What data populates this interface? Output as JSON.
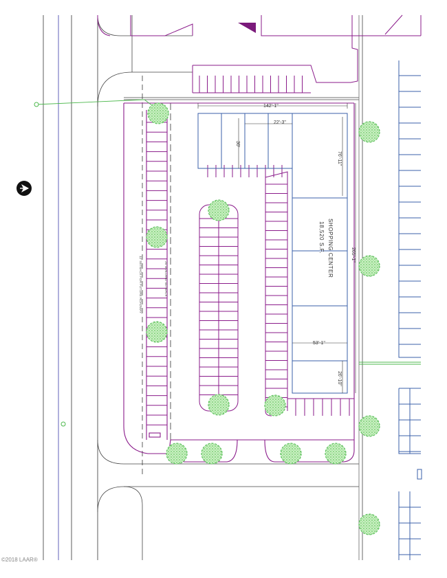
{
  "plan": {
    "building_label_line1": "SHOPPING CENTER",
    "building_label_line2": "18,520 S.F.",
    "dim_overall_width": "142'-1\"",
    "dim_overall_depth": "265'-1\"",
    "dim_front_bay": "22'-3\"",
    "dim_front_depth": "30'",
    "dim_wing_depth": "76'-11\"",
    "dim_building_width": "53'-1\"",
    "dim_end_bay": "26'-10\"",
    "setback_building": "25' BUILDING SETBACK",
    "setback_roadway": "12' SETBACK FOR FUTURE ROADWAY"
  },
  "footer": {
    "copyright": "©2018 LAAR®"
  },
  "colors": {
    "site_lines": "#8a1a8a",
    "building_lines": "#3a5fa8",
    "road_lines": "#333333",
    "utility_lines": "#4cb84c",
    "tree_fill": "#a8e0a0"
  }
}
